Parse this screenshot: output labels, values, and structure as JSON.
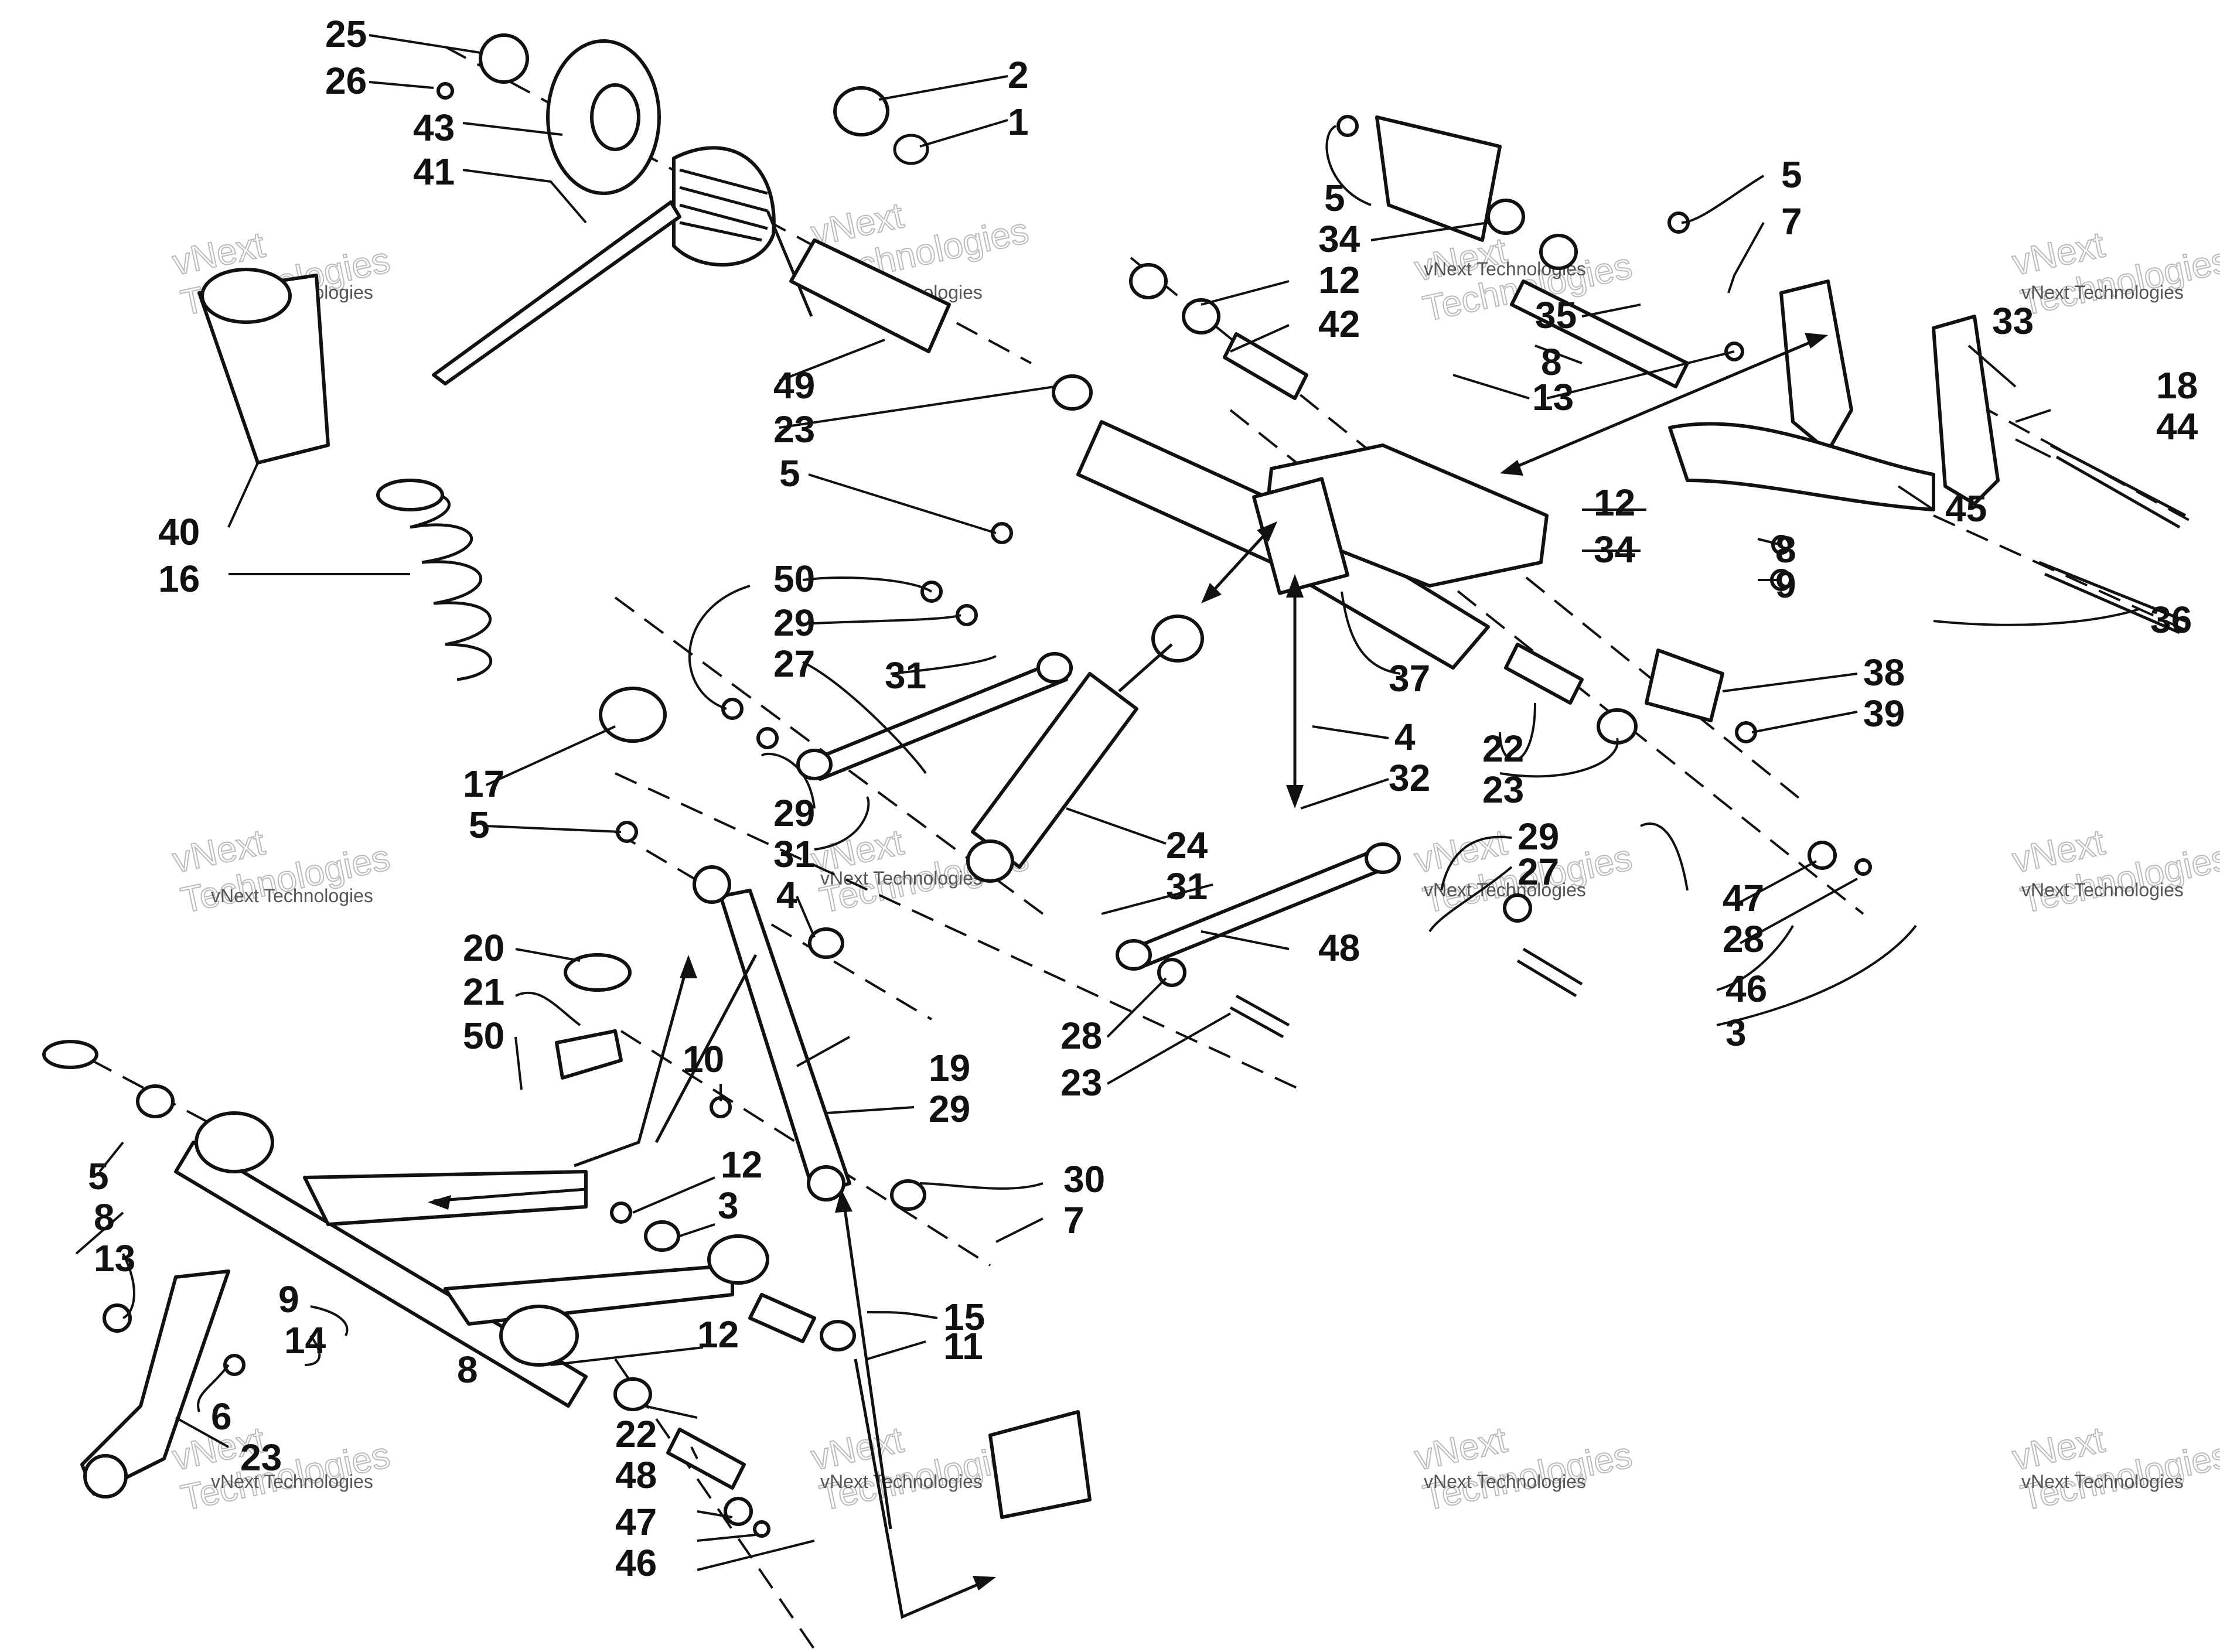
{
  "watermark": {
    "line1": "vNext Technologies",
    "line2": "vNext",
    "line3": "Technologies"
  },
  "callouts": [
    "25",
    "26",
    "43",
    "41",
    "2",
    "1",
    "5",
    "34",
    "12",
    "42",
    "35",
    "8",
    "13",
    "5",
    "7",
    "33",
    "18",
    "44",
    "45",
    "8",
    "9",
    "36",
    "40",
    "16",
    "49",
    "23",
    "5",
    "12",
    "34",
    "50",
    "29",
    "27",
    "31",
    "37",
    "38",
    "39",
    "22",
    "23",
    "4",
    "32",
    "17",
    "5",
    "29",
    "31",
    "24",
    "31",
    "29",
    "27",
    "48",
    "47",
    "28",
    "46",
    "3",
    "4",
    "19",
    "20",
    "21",
    "50",
    "10",
    "29",
    "28",
    "23",
    "5",
    "12",
    "3",
    "30",
    "7",
    "8",
    "13",
    "9",
    "14",
    "12",
    "15",
    "11",
    "8",
    "6",
    "23",
    "22",
    "48",
    "47",
    "46"
  ]
}
